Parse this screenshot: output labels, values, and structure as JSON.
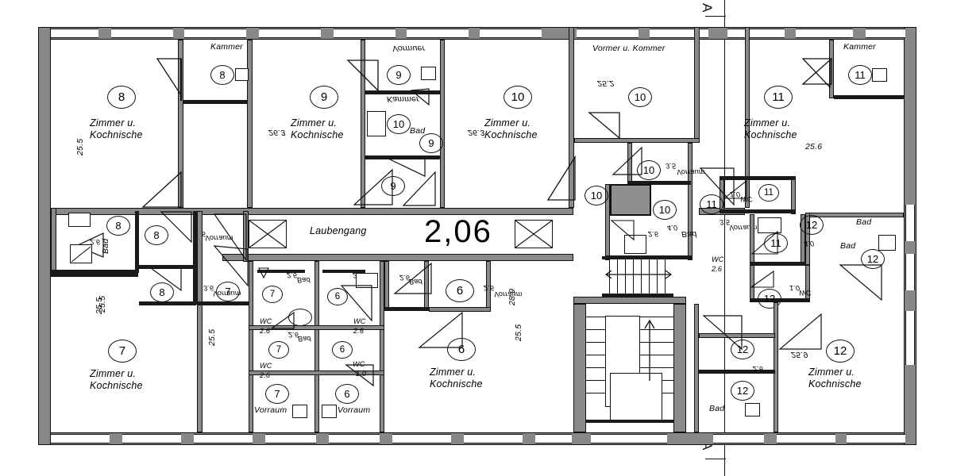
{
  "plan": {
    "level_marker": "2,06",
    "corridor_label": "Laubengang",
    "section_mark_top": "A",
    "section_mark_bottom": "A",
    "room_type_main": "Zimmer u.",
    "room_type_main2": "Kochnische",
    "labels": {
      "kammer": "Kammer",
      "bad": "Bad",
      "wc": "WC",
      "vorraum": "Vorraum",
      "zimmer_kammer": "Vormer u. Kommer"
    }
  },
  "units": [
    {
      "id": "8",
      "main_area": "25.5",
      "kammer": "Kammer",
      "bad": "Bad",
      "bad_area": "2.6",
      "vorraum": "Vorraum",
      "vorraum_area": "3.6",
      "room_label1": "Zimmer u.",
      "room_label2": "Kochnische"
    },
    {
      "id": "9",
      "main_area": "26.3",
      "vorraum": "Vormuer",
      "bad": "Bad",
      "room_label1": "Zimmer u.",
      "room_label2": "Kochnische"
    },
    {
      "id": "10",
      "main_area": "26.3",
      "secondary_area": "25.2",
      "vorraum": "Vorraum",
      "vorraum_area": "3.5",
      "bad": "Bad",
      "bad_area": "4.0",
      "wc_area": "2.6",
      "room_label1": "Zimmer u.",
      "room_label2": "Kochnische",
      "kammer_label": "Vormer u. Kommer"
    },
    {
      "id": "11",
      "main_area": "25.6",
      "kammer": "Kammer",
      "vorraum": "Vorraum",
      "vorraum_area": "3.5",
      "wc": "WC",
      "wc_area": "1.0",
      "bad": "Bad",
      "bad_area": "4.0",
      "room_label1": "Zimmer u.",
      "room_label2": "Kochnische"
    },
    {
      "id": "12",
      "main_area": "25.9",
      "bad": "Bad",
      "bad_area": "4.0",
      "wc": "WC",
      "wc_area": "1.0",
      "bad_area2": "2.6",
      "room_label1": "Zimmer u.",
      "room_label2": "Kochnische"
    },
    {
      "id": "7",
      "main_area": "25.5",
      "main_area2": "25.5",
      "bad": "Bad",
      "bad_area": "2.6",
      "wc": "WC",
      "wc_area": "2.6",
      "vorraum": "Vorraum",
      "vorraum_area": "3.6",
      "room_label1": "Zimmer u.",
      "room_label2": "Kochnische"
    },
    {
      "id": "6",
      "main_area": "25.5",
      "secondary_area": "28.9",
      "bad": "Bad",
      "bad_area": "2.6",
      "wc": "WC",
      "wc_area": "2.6",
      "wc_area2": "1.0",
      "vorraum": "Vorraum",
      "vorraum_area": "2.6",
      "room_label1": "Zimmer u.",
      "room_label2": "Kochnische"
    }
  ],
  "texts": {
    "zimmer_u": "Zimmer u.",
    "kochnische": "Kochnische",
    "kammer": "Kammer",
    "bad": "Bad",
    "wc": "WC",
    "vorraum": "Vorraum",
    "vorraum_mirror": "Vormuer",
    "vorraum_mirror2": "Vorraum",
    "kammer_mirror": "Kammer",
    "zimmer_kammer_top": "Vormer u. Kommer",
    "laubengang": "Laubengang",
    "level": "2,06",
    "sec_a": "A",
    "a255": "25.5",
    "a256": "25.6",
    "a259": "25.9",
    "a263": "26.3",
    "a252": "25.2",
    "a289": "28.9",
    "a26": "2.6",
    "a35": "3.5",
    "a36": "3.6",
    "a40": "4.0",
    "a10": "1.0",
    "n6": "6",
    "n7": "7",
    "n8": "8",
    "n9": "9",
    "n10": "10",
    "n11": "11",
    "n12": "12"
  },
  "colors": {
    "wall_fill": "#888888",
    "line": "#111111",
    "background": "#ffffff",
    "shaft_fill": "#8f8f8f"
  }
}
